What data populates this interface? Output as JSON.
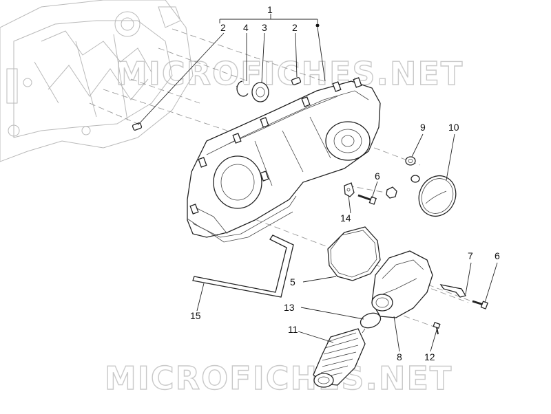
{
  "watermark": {
    "top": "MICROFICHES.NET",
    "bottom": "MICROFICHES.NET"
  },
  "callouts": {
    "group": "1",
    "c2a": "2",
    "c4": "4",
    "c3": "3",
    "c2b": "2",
    "c9": "9",
    "c10": "10",
    "c6a": "6",
    "c14": "14",
    "c7": "7",
    "c6b": "6",
    "c5": "5",
    "c13": "13",
    "c15": "15",
    "c11": "11",
    "c8": "8",
    "c12": "12"
  }
}
